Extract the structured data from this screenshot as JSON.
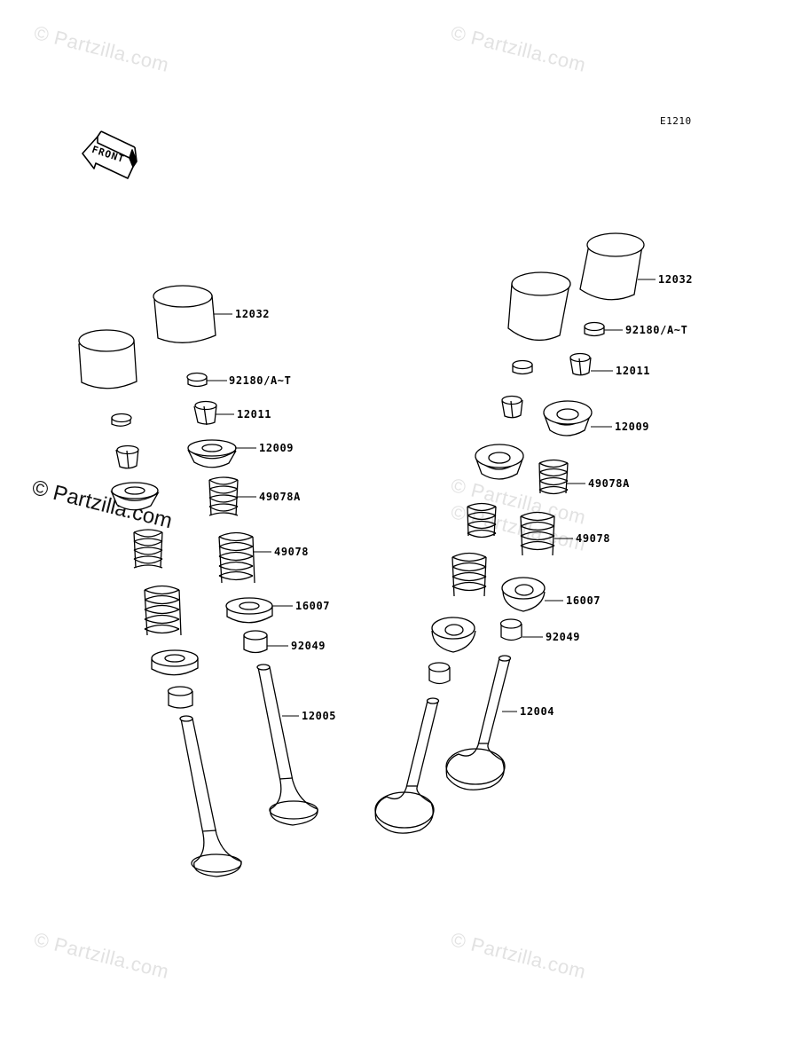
{
  "diagram": {
    "reference_code": "E1210",
    "front_marker": "FRONT",
    "watermarks": [
      "© Partzilla.com",
      "© Partzilla.com",
      "© Partzilla.com",
      "© Partzilla.com",
      "© Partzilla.com",
      "© Partzilla.com",
      "© Partzilla.com"
    ],
    "watermark_prominent": "© Partzilla.com",
    "callouts": {
      "left_12032": "12032",
      "left_92180": "92180/A~T",
      "left_12011": "12011",
      "left_12009": "12009",
      "left_49078A": "49078A",
      "left_49078": "49078",
      "left_16007": "16007",
      "left_92049": "92049",
      "left_12005": "12005",
      "right_12032": "12032",
      "right_92180": "92180/A~T",
      "right_12011": "12011",
      "right_12009": "12009",
      "right_49078A": "49078A",
      "right_49078": "49078",
      "right_16007": "16007",
      "right_92049": "92049",
      "right_12004": "12004"
    },
    "colors": {
      "line": "#000000",
      "watermark": "#e2e2e2",
      "background": "#ffffff"
    }
  }
}
